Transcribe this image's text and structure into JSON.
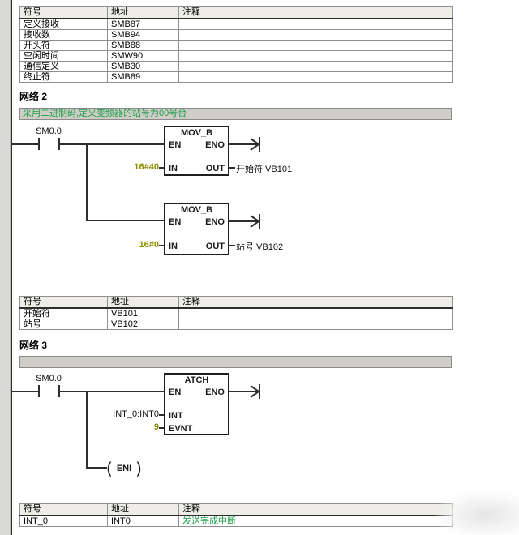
{
  "colors": {
    "comment_green": "#1f9e4d",
    "constant_olive": "#8f8f00",
    "line_dark": "#2e2e2e",
    "comment_bar_bg": "#cfcec6",
    "table_header_bg": "#eeede6",
    "gutter_gray": "#d9d9d6"
  },
  "symbol_tables": {
    "headers": [
      "符号",
      "地址",
      "注释"
    ],
    "table1": {
      "rows": [
        [
          "定义接收",
          "SMB87",
          ""
        ],
        [
          "接收数",
          "SMB94",
          ""
        ],
        [
          "开头符",
          "SMB88",
          ""
        ],
        [
          "空闲时间",
          "SMW90",
          ""
        ],
        [
          "通信定义",
          "SMB30",
          ""
        ],
        [
          "终止符",
          "SMB89",
          ""
        ]
      ]
    },
    "table2": {
      "rows": [
        [
          "开始符",
          "VB101",
          ""
        ],
        [
          "站号",
          "VB102",
          ""
        ]
      ]
    },
    "table3": {
      "rows": [
        [
          "INT_0",
          "INT0",
          "发送完成中断"
        ]
      ]
    }
  },
  "network2": {
    "title": "网络 2",
    "comment": "采用二进制码,定义变频器的站号为00号台",
    "contact_label": "SM0.0",
    "block1": {
      "title": "MOV_B",
      "pin_en": "EN",
      "pin_eno": "ENO",
      "pin_in": "IN",
      "pin_out": "OUT",
      "in_operand": "16#40",
      "out_operand": "开始符:VB101"
    },
    "block2": {
      "title": "MOV_B",
      "pin_en": "EN",
      "pin_eno": "ENO",
      "pin_in": "IN",
      "pin_out": "OUT",
      "in_operand": "16#0",
      "out_operand": "站号:VB102"
    }
  },
  "network3": {
    "title": "网络 3",
    "comment": "",
    "contact_label": "SM0.0",
    "block": {
      "title": "ATCH",
      "pin_en": "EN",
      "pin_eno": "ENO",
      "pin_int": "INT",
      "pin_evnt": "EVNT",
      "int_operand": "INT_0:INT0",
      "evnt_operand": "9"
    },
    "coil_label": "ENI"
  }
}
